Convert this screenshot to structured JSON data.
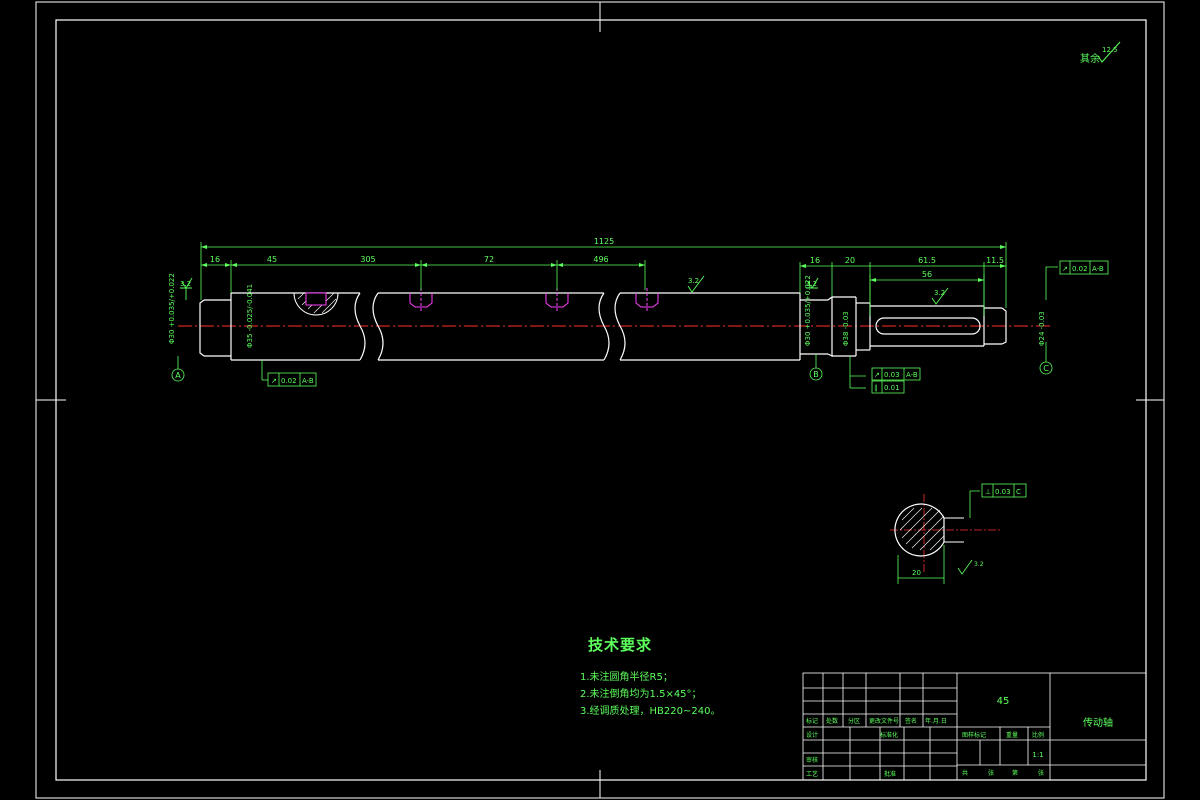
{
  "drawing": {
    "roughness_note": "其余",
    "roughness_note_value": "12.5",
    "material": "45",
    "part_name": "传动轴",
    "scale": "1:1"
  },
  "dimensions": {
    "overall": "1125",
    "seg_16_left": "16",
    "seg_45": "45",
    "seg_305": "305",
    "seg_72": "72",
    "seg_496": "496",
    "seg_16_right": "16",
    "seg_20": "20",
    "seg_61_5": "61.5",
    "seg_11_5": "11.5",
    "keyway_56": "56",
    "roughness_1": "3.2",
    "roughness_2": "3.2",
    "roughness_3": "3.2",
    "roughness_4": "3.2",
    "roughness_5": "3.2"
  },
  "datums": {
    "a": "A",
    "b": "B",
    "c": "C"
  },
  "tolerances": {
    "left": [
      "↗",
      "0.02",
      "A-B"
    ],
    "mid_runout": [
      "↗",
      "0.03",
      "A-B"
    ],
    "mid_flat": [
      "∥",
      "0.01"
    ],
    "right": [
      "↗",
      "0.02",
      "A-B"
    ],
    "section": [
      "⊥",
      "0.03",
      "C"
    ]
  },
  "section": {
    "width_label": "20",
    "depth_label": "3.2"
  },
  "tech_requirements": {
    "title": "技术要求",
    "items": [
      "1.未注圆角半径R5；",
      "2.未注倒角均为1.5×45°；",
      "3.经调质处理，HB220~240。"
    ]
  },
  "title_block": {
    "row_labels": [
      "标记",
      "处数",
      "分区",
      "更改文件号",
      "签名",
      "年.月.日"
    ],
    "design": "设计",
    "standardize": "标准化",
    "stage_label": "图样标记",
    "weight_label": "重量",
    "scale_label": "比例",
    "review": "审核",
    "process": "工艺",
    "approve": "批准",
    "sheet_total": "共",
    "sheet_word": "张",
    "sheet_no": "第",
    "sheet_word2": "张"
  },
  "colors": {
    "line": "#ffffff",
    "dimension": "#5cff5c",
    "centerline": "#ff3030",
    "hidden": "#ff40ff"
  }
}
